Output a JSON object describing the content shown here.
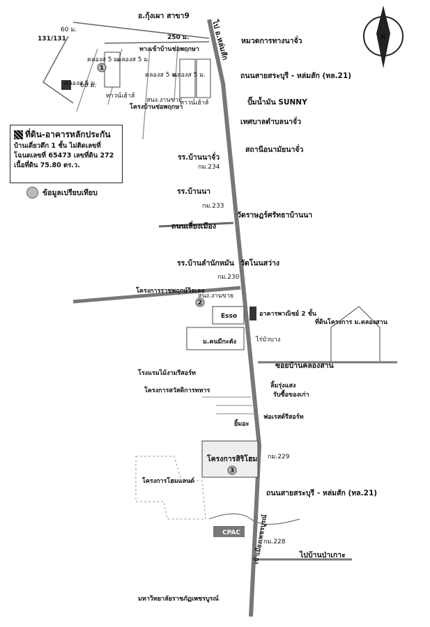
{
  "labels": {
    "amphoe_road": "อ.กุ้งเผา สาขา9",
    "to_north": "ไป อ.หล่มสัก",
    "dist_131": "131/131",
    "dist_60_top": "60 ม.",
    "dist_60_right": "60 ม.",
    "dist_250": "250 ม.",
    "road_mid": "ทางเข้าบ้านช่อพฤกษา",
    "small_road_a": "คลองส 5 ม.",
    "small_road_b": "คลองส 5 ม.",
    "small_road_c": "คลองส 5 ม.",
    "small_road_d": "คลองส 5 ม.",
    "small_road_e": "คลองส 5 ม.",
    "shop_left": "ทาวน์เฮ้าส์",
    "shop_right": "ทาวน์เฮ้าส์",
    "school_near_project": "สนง.งานขาย",
    "project_chor": "โครงบ้านช่อพฤกษา",
    "highway_office": "หมวดการทางนาจั่ว",
    "highway_21_top": "ถนนสายสระบุรี - หล่มสัก (ทล.21)",
    "gas_sunny": "ปั๊มน้ำมัน SUNNY",
    "tambon_office": "เทศบาลตำบลนาจั่ว",
    "health_station": "สถานีอนามัยนาจั่ว",
    "school_najua": "รร.บ้านนาจั่ว",
    "km234": "กม.234",
    "school_banna": "รร.บ้านนา",
    "km233": "กม.233",
    "temple_ratbura": "วัดราษฎร์ศรัทธาบ้านนา",
    "road_chaengmueang": "ถนนเลี่ยงเมือง",
    "school_lamnak": "รร.บ้านลำนักหมัน",
    "temple_nonsawang": "วัดโนนสว่าง",
    "km230": "กม.230",
    "project_ratchaphruek": "โครงการราชพฤกษ์วิลเลจ",
    "office_sales2": "สนง.งานขาย",
    "esso": "Esso",
    "commercial": "อาคารพาณิชย์ 2 ชั้น",
    "rai_wang": "ไร่บัวบาง",
    "mor_school": "ม.คนมีกะตัง",
    "lake_area": "ที่ดินโครงการ ม.คลองสาน",
    "soi_khlongsan": "ซอยบ้านคลองสาน",
    "hotel": "โรงแรมไม้งามรีสอร์ท",
    "shop_rung": "ลิ้มรุ่งแสง",
    "buy_old": "รับซื้อของเก่า",
    "military_proj": "โครงการสวัสดิการทหาร",
    "resort": "ฟอเรสต์รีสอร์ท",
    "gs_sign": "ยิ้มอะ",
    "project_sirihome": "โครงการสิริโฮม",
    "km229": "กม.229",
    "project_homeland": "โครงการโฮมแลนด์",
    "highway_21_bottom": "ถนนสายสระบุรี - หล่มสัก (ทล.21)",
    "cpac": "CPAC",
    "km228": "กม.228",
    "to_panthip": "ไปบ้านป่าเกาะ",
    "to_city": "เข้าเมืองเพชรบูรณ์",
    "university": "มหาวิทยาลัยราชภัฏเพชรบูรณ์",
    "compass": "N",
    "circle1": "1",
    "circle2": "2",
    "circle3": "3"
  },
  "legend": {
    "title": "ที่ดิน-อาคารหลักประกัน",
    "line1": "บ้านเดี่ยวตึก 1 ชั้น ไม่ติดเลขที่",
    "line2": "โฉนดเลขที่ 65473 เลขที่ดิน 272",
    "line3": "เนื้อที่ดิน 75.80 ตร.ว."
  },
  "note": "ข้อมูลเปรียบเทียบ"
}
